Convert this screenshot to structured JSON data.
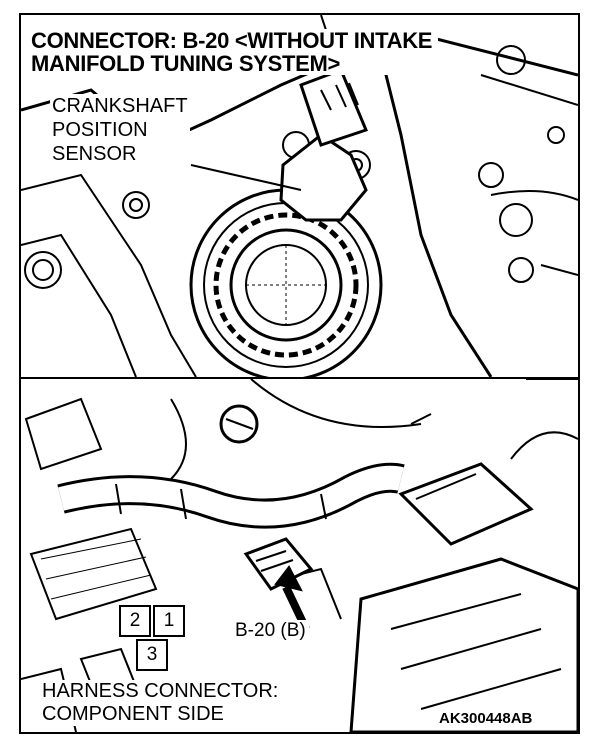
{
  "title": "CONNECTOR: B-20 <WITHOUT INTAKE\nMANIFOLD TUNING SYSTEM>",
  "labels": {
    "sensor": "CRANKSHAFT\nPOSITION\nSENSOR",
    "connector": "B-20 (B)",
    "harness": "HARNESS CONNECTOR:\nCOMPONENT SIDE",
    "code": "AK300448AB"
  },
  "connector_pins": [
    "2",
    "1",
    "3"
  ]
}
